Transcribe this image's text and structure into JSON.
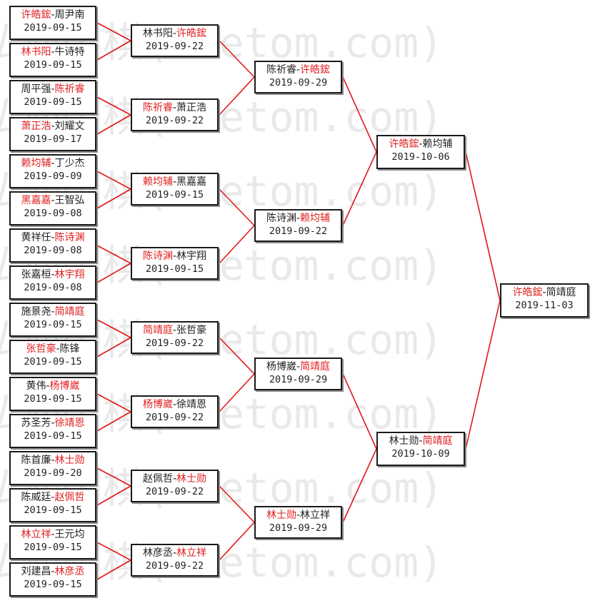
{
  "colors": {
    "winner_text": "#e02020",
    "connector": "#e01818",
    "box_border": "#1a1a1a",
    "watermark": "#e9e9e9"
  },
  "watermark": {
    "text": "弘通围棋(hoetom.com)"
  },
  "rounds": [
    {
      "matches": [
        {
          "p1": "许皓鋐",
          "p2": "周尹南",
          "winner": 1,
          "date": "2019-09-15"
        },
        {
          "p1": "林书阳",
          "p2": "牛诗特",
          "winner": 1,
          "date": "2019-09-15"
        },
        {
          "p1": "周平强",
          "p2": "陈祈睿",
          "winner": 2,
          "date": "2019-09-15"
        },
        {
          "p1": "萧正浩",
          "p2": "刘耀文",
          "winner": 1,
          "date": "2019-09-17"
        },
        {
          "p1": "赖均辅",
          "p2": "丁少杰",
          "winner": 1,
          "date": "2019-09-09"
        },
        {
          "p1": "黑嘉嘉",
          "p2": "王智弘",
          "winner": 1,
          "date": "2019-09-08"
        },
        {
          "p1": "黄祥任",
          "p2": "陈诗渊",
          "winner": 2,
          "date": "2019-09-08"
        },
        {
          "p1": "张嘉桓",
          "p2": "林宇翔",
          "winner": 2,
          "date": "2019-09-08"
        },
        {
          "p1": "施景尧",
          "p2": "简靖庭",
          "winner": 2,
          "date": "2019-09-15"
        },
        {
          "p1": "张哲豪",
          "p2": "陈锋",
          "winner": 1,
          "date": "2019-09-15"
        },
        {
          "p1": "黄伟",
          "p2": "杨博崴",
          "winner": 2,
          "date": "2019-09-15"
        },
        {
          "p1": "苏圣芳",
          "p2": "徐靖恩",
          "winner": 2,
          "date": "2019-09-15"
        },
        {
          "p1": "陈首廉",
          "p2": "林士勋",
          "winner": 2,
          "date": "2019-09-20"
        },
        {
          "p1": "陈威廷",
          "p2": "赵佩哲",
          "winner": 2,
          "date": "2019-09-15"
        },
        {
          "p1": "林立祥",
          "p2": "王元均",
          "winner": 1,
          "date": "2019-09-15"
        },
        {
          "p1": "刘建昌",
          "p2": "林彦丞",
          "winner": 2,
          "date": "2019-09-15"
        }
      ]
    },
    {
      "matches": [
        {
          "p1": "林书阳",
          "p2": "许皓鋐",
          "winner": 2,
          "date": "2019-09-22"
        },
        {
          "p1": "陈祈睿",
          "p2": "萧正浩",
          "winner": 1,
          "date": "2019-09-22"
        },
        {
          "p1": "赖均辅",
          "p2": "黑嘉嘉",
          "winner": 1,
          "date": "2019-09-15"
        },
        {
          "p1": "陈诗渊",
          "p2": "林宇翔",
          "winner": 1,
          "date": "2019-09-15"
        },
        {
          "p1": "简靖庭",
          "p2": "张哲豪",
          "winner": 1,
          "date": "2019-09-22"
        },
        {
          "p1": "杨博崴",
          "p2": "徐靖恩",
          "winner": 1,
          "date": "2019-09-22"
        },
        {
          "p1": "赵佩哲",
          "p2": "林士勋",
          "winner": 2,
          "date": "2019-09-22"
        },
        {
          "p1": "林彦丞",
          "p2": "林立祥",
          "winner": 2,
          "date": "2019-09-22"
        }
      ]
    },
    {
      "matches": [
        {
          "p1": "陈祈睿",
          "p2": "许皓鋐",
          "winner": 2,
          "date": "2019-09-29"
        },
        {
          "p1": "陈诗渊",
          "p2": "赖均辅",
          "winner": 2,
          "date": "2019-09-22"
        },
        {
          "p1": "杨博崴",
          "p2": "简靖庭",
          "winner": 2,
          "date": "2019-09-29"
        },
        {
          "p1": "林士勋",
          "p2": "林立祥",
          "winner": 1,
          "date": "2019-09-29"
        }
      ]
    },
    {
      "matches": [
        {
          "p1": "许皓鋐",
          "p2": "赖均辅",
          "winner": 1,
          "date": "2019-10-06"
        },
        {
          "p1": "林士勋",
          "p2": "简靖庭",
          "winner": 2,
          "date": "2019-10-09"
        }
      ]
    },
    {
      "matches": [
        {
          "p1": "许皓鋐",
          "p2": "简靖庭",
          "winner": 1,
          "date": "2019-11-03"
        }
      ]
    }
  ]
}
